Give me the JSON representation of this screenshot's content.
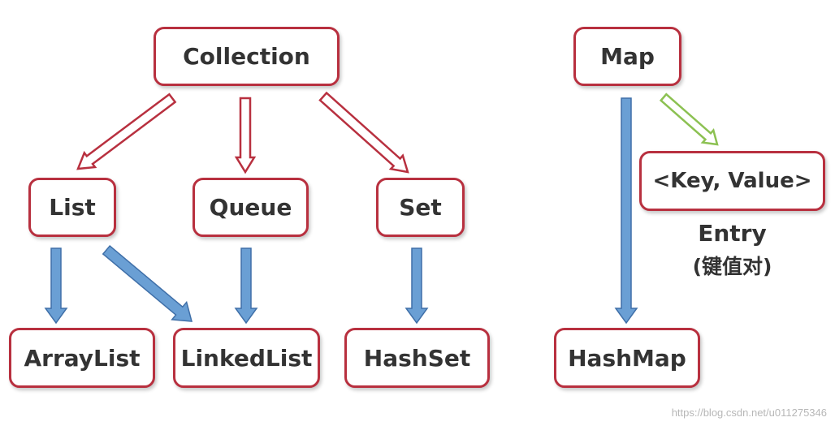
{
  "diagram": {
    "nodes": {
      "collection": "Collection",
      "list": "List",
      "queue": "Queue",
      "set": "Set",
      "arraylist": "ArrayList",
      "linkedlist": "LinkedList",
      "hashset": "HashSet",
      "map": "Map",
      "keyvalue": "<Key, Value>",
      "hashmap": "HashMap"
    },
    "entry_label": "Entry",
    "entry_sublabel": "(键值对)"
  },
  "edges": [
    {
      "from": "Collection",
      "to": "List",
      "style": "hollow-red"
    },
    {
      "from": "Collection",
      "to": "Queue",
      "style": "hollow-red"
    },
    {
      "from": "Collection",
      "to": "Set",
      "style": "hollow-red"
    },
    {
      "from": "List",
      "to": "ArrayList",
      "style": "filled-blue"
    },
    {
      "from": "List",
      "to": "LinkedList",
      "style": "filled-blue"
    },
    {
      "from": "Queue",
      "to": "LinkedList",
      "style": "filled-blue"
    },
    {
      "from": "Set",
      "to": "HashSet",
      "style": "filled-blue"
    },
    {
      "from": "Map",
      "to": "HashMap",
      "style": "filled-blue"
    },
    {
      "from": "Map",
      "to": "<Key, Value>",
      "style": "hollow-green"
    }
  ],
  "colors": {
    "box_border": "#b8303f",
    "hollow_red": "#b8303f",
    "filled_blue": "#6a9fd4",
    "filled_blue_edge": "#3f6fa8",
    "hollow_green": "#8cc152",
    "text": "#333333"
  },
  "watermark": "https://blog.csdn.net/u011275346"
}
